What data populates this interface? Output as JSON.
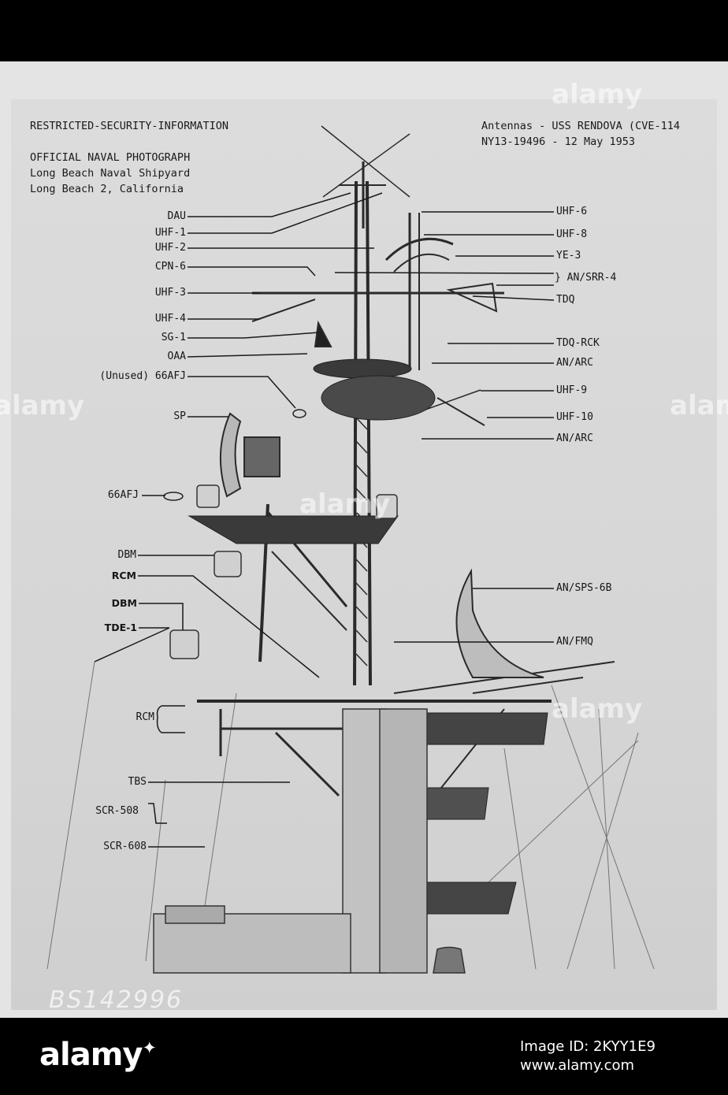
{
  "header": {
    "security": "RESTRICTED-SECURITY-INFORMATION",
    "source_1": "OFFICIAL NAVAL PHOTOGRAPH",
    "source_2": "Long Beach Naval Shipyard",
    "source_3": "Long Beach 2, California",
    "subject": "Antennas - USS RENDOVA (CVE-114",
    "ref_date": "NY13-19496 - 12 May 1953"
  },
  "left_labels": [
    "DAU",
    "UHF-1",
    "UHF-2",
    "CPN-6",
    "UHF-3",
    "UHF-4",
    "SG-1",
    "OAA",
    "(Unused) 66AFJ",
    "SP",
    "66AFJ",
    "DBM",
    "RCM",
    "DBM",
    "TDE-1",
    "RCM",
    "TBS",
    "SCR-508",
    "SCR-608"
  ],
  "right_labels": [
    "UHF-6",
    "UHF-8",
    "YE-3",
    "} AN/SRR-4",
    "TDQ",
    "TDQ-RCK",
    "AN/ARC",
    "UHF-9",
    "UHF-10",
    "AN/ARC",
    "AN/SPS-6B",
    "AN/FMQ"
  ],
  "negative_number": "BS142996",
  "watermark": "alamy",
  "footer": {
    "brand": "alamy",
    "image_id": "Image ID: 2KYY1E9",
    "site": "www.alamy.com"
  }
}
